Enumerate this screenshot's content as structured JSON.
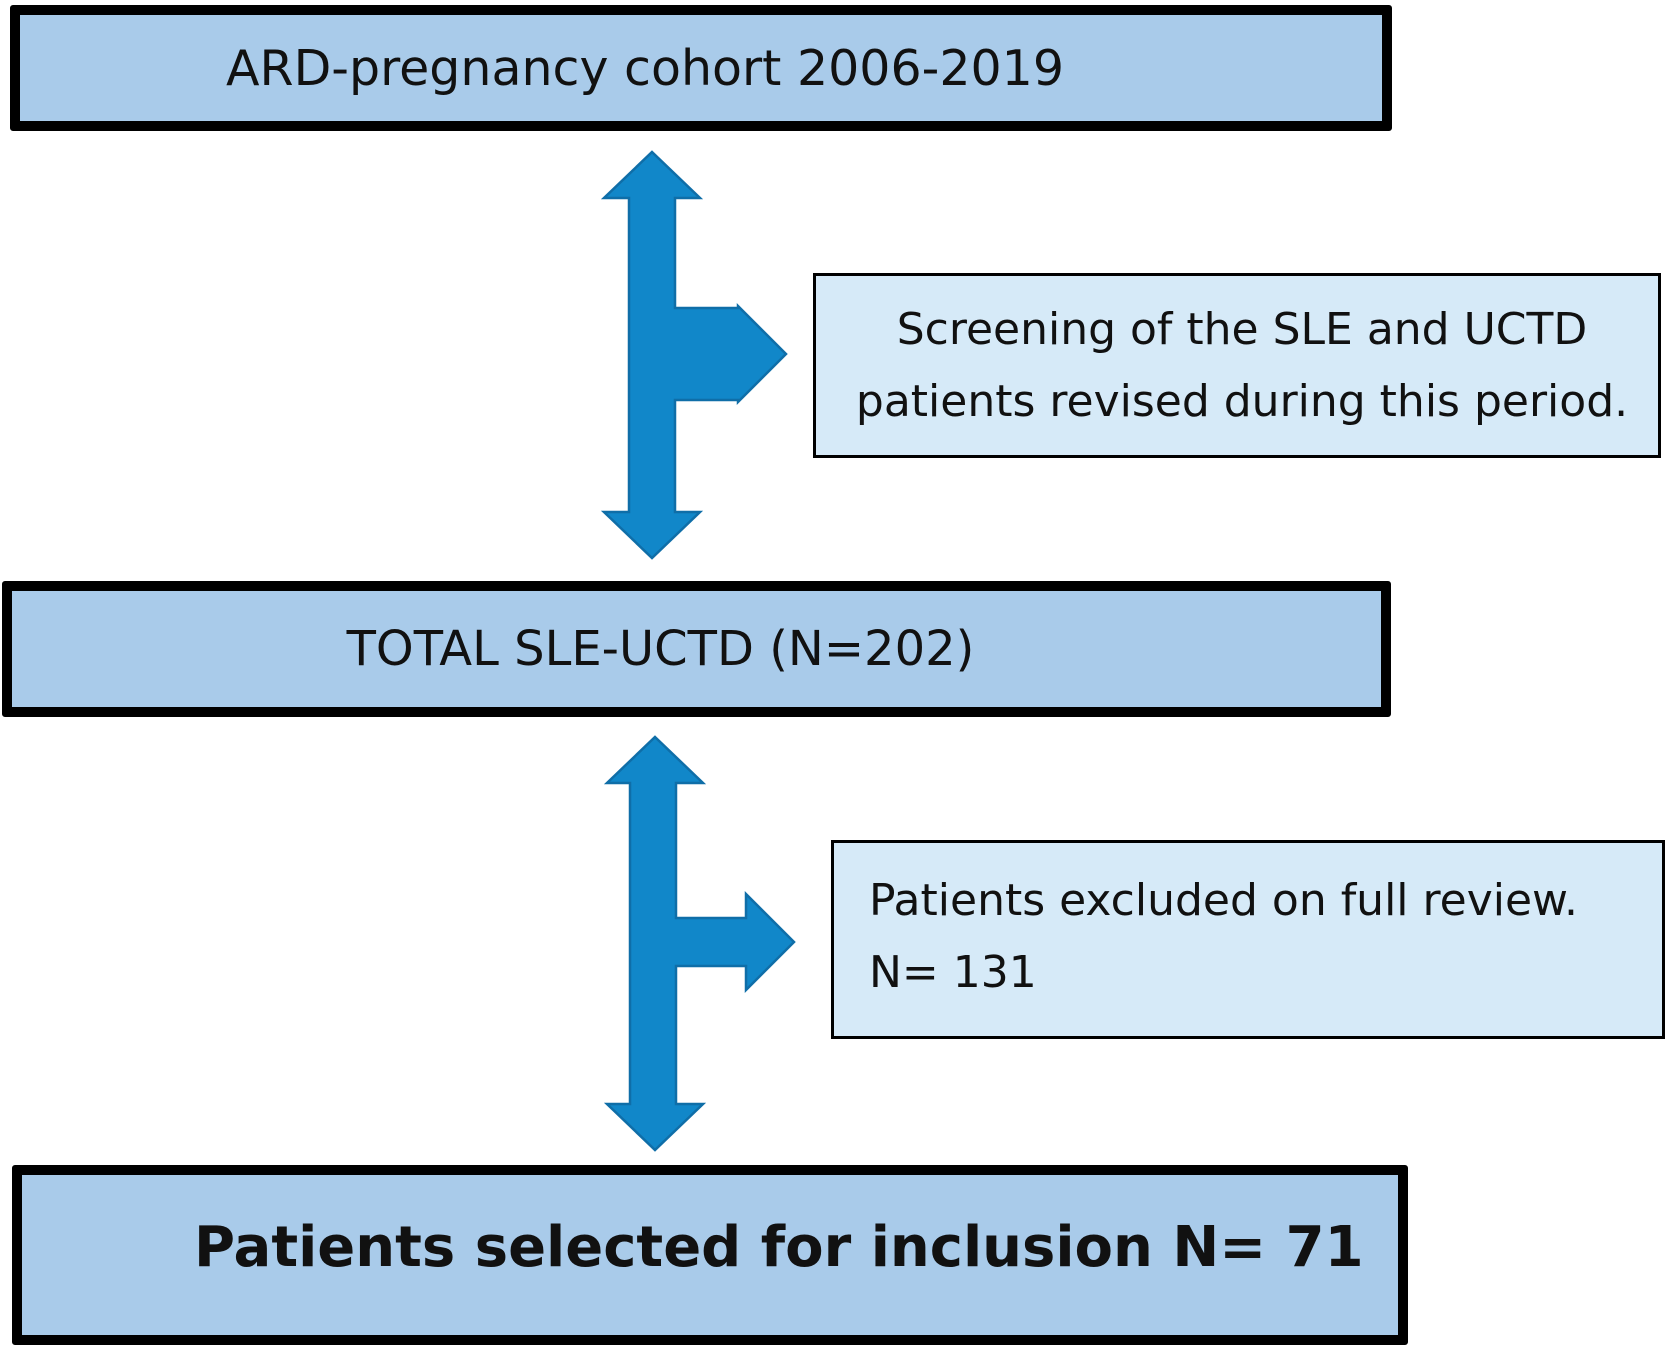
{
  "flowchart": {
    "cohort_box": {
      "text": "ARD-pregnancy cohort 2006-2019"
    },
    "screening_box": {
      "lines": [
        "Screening of the SLE and UCTD",
        "patients revised during this period."
      ]
    },
    "total_box": {
      "text": "TOTAL SLE-UCTD (N=202)"
    },
    "excluded_box": {
      "lines": [
        "Patients excluded on full review.",
        "N= 131"
      ]
    },
    "included_box": {
      "text": "Patients selected for inclusion N= 71"
    },
    "colors": {
      "main_box_fill": "#a9cbea",
      "side_box_fill": "#d6eaf8",
      "arrow_fill": "#1187c9",
      "arrow_stroke": "#0f6ea8",
      "border": "#000000"
    }
  }
}
